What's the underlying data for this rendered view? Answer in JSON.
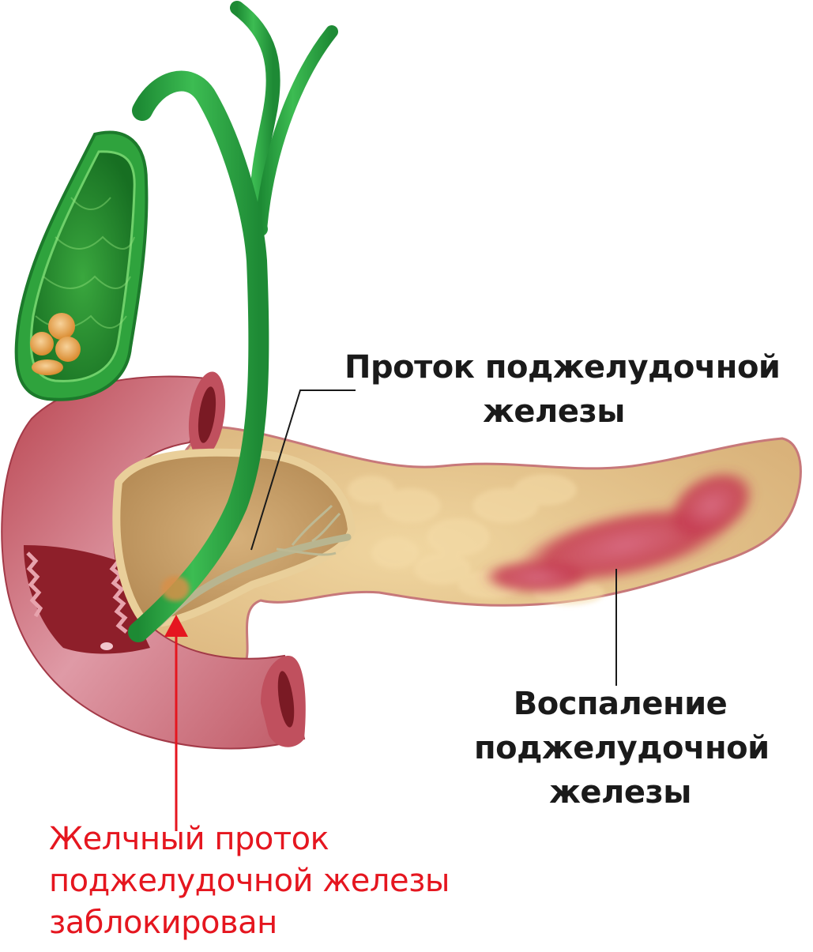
{
  "diagram": {
    "subject": "Pancreas, duodenum, gallbladder and bile ducts",
    "labels": {
      "pancreatic_duct": {
        "lines": [
          "Проток поджелудочной",
          "железы"
        ],
        "color": "#1a1a1a"
      },
      "inflammation": {
        "lines": [
          "Воспаление",
          "поджелудочной",
          "железы"
        ],
        "color": "#1a1a1a"
      },
      "blocked_bile_duct": {
        "lines": [
          "Желчный проток",
          "поджелудочной железы",
          "заблокирован"
        ],
        "color": "#e5161f"
      }
    },
    "colors": {
      "bile_duct_green": "#2fb04a",
      "gallbladder_dark_green": "#1f8a33",
      "gallstone_orange": "#e8a050",
      "duodenum_pink": "#d9828f",
      "duodenum_dark_red": "#8e1f2a",
      "pancreas_tan": "#e9c98e",
      "inflamed_red": "#c9435a",
      "arrow_red": "#e5161f",
      "leader_line": "#1a1a1a"
    }
  }
}
